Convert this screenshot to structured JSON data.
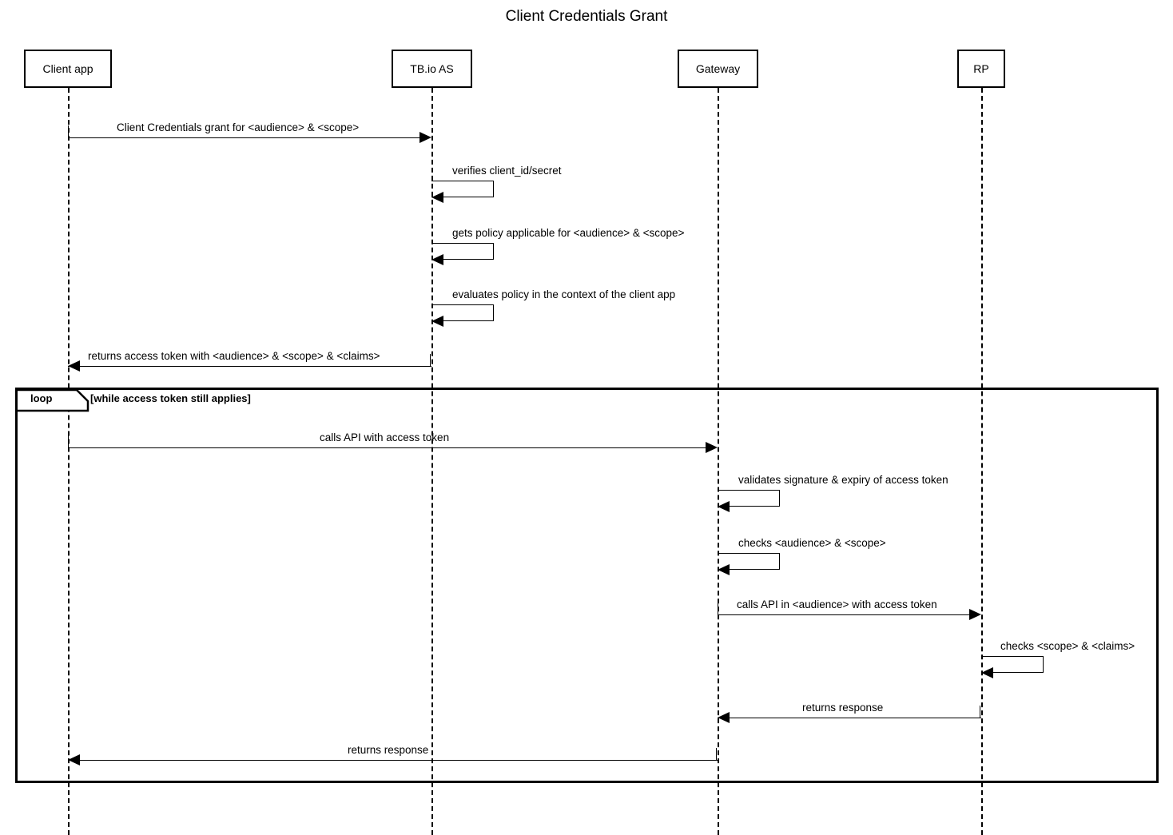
{
  "diagram": {
    "type": "uml-sequence-diagram",
    "title": "Client Credentials Grant",
    "colors": {
      "line": "#000000",
      "background": "#ffffff",
      "text": "#000000"
    }
  },
  "participants": [
    {
      "id": "client",
      "label": "Client app"
    },
    {
      "id": "as",
      "label": "TB.io AS"
    },
    {
      "id": "gateway",
      "label": "Gateway"
    },
    {
      "id": "rp",
      "label": "RP"
    }
  ],
  "messages": [
    {
      "index": 0,
      "from": "client",
      "to": "as",
      "kind": "call",
      "label": "Client Credentials grant for <audience> & <scope>"
    },
    {
      "index": 1,
      "from": "as",
      "to": "as",
      "kind": "self",
      "label": "verifies client_id/secret"
    },
    {
      "index": 2,
      "from": "as",
      "to": "as",
      "kind": "self",
      "label": "gets policy applicable for <audience> & <scope>"
    },
    {
      "index": 3,
      "from": "as",
      "to": "as",
      "kind": "self",
      "label": "evaluates policy in the context of the client app"
    },
    {
      "index": 4,
      "from": "as",
      "to": "client",
      "kind": "return",
      "label": "returns access token with <audience> & <scope> & <claims>"
    },
    {
      "index": 5,
      "from": "client",
      "to": "gateway",
      "kind": "call",
      "label": "calls API with access token"
    },
    {
      "index": 6,
      "from": "gateway",
      "to": "gateway",
      "kind": "self",
      "label": "validates signature & expiry of access token"
    },
    {
      "index": 7,
      "from": "gateway",
      "to": "gateway",
      "kind": "self",
      "label": "checks <audience> & <scope>"
    },
    {
      "index": 8,
      "from": "gateway",
      "to": "rp",
      "kind": "call",
      "label": "calls API in <audience> with access token"
    },
    {
      "index": 9,
      "from": "rp",
      "to": "rp",
      "kind": "self",
      "label": "checks <scope> & <claims>"
    },
    {
      "index": 10,
      "from": "rp",
      "to": "gateway",
      "kind": "return",
      "label": "returns response"
    },
    {
      "index": 11,
      "from": "gateway",
      "to": "client",
      "kind": "return",
      "label": "returns response"
    }
  ],
  "fragments": [
    {
      "id": "loop-1",
      "operator": "loop",
      "guard": "[while access token still applies]",
      "contains": [
        5,
        6,
        7,
        8,
        9,
        10,
        11
      ]
    }
  ]
}
